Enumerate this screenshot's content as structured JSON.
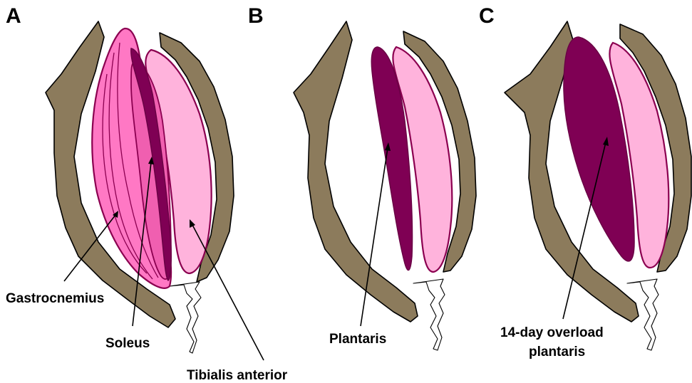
{
  "panels": [
    {
      "letter": "A",
      "labels": {
        "gastrocnemius": "Gastrocnemius",
        "soleus": "Soleus",
        "tibialis": "Tibialis anterior"
      }
    },
    {
      "letter": "B",
      "labels": {
        "plantaris": "Plantaris"
      }
    },
    {
      "letter": "C",
      "labels": {
        "overload_line1": "14-day overload",
        "overload_line2": "plantaris"
      }
    }
  ],
  "colors": {
    "bone": "#8c7b5c",
    "tibialis_anterior": "#ffb3dc",
    "gastrocnemius": "#ff78c4",
    "soleus": "#f05fb0",
    "plantaris": "#7f0054",
    "outline": "#8b0050"
  }
}
